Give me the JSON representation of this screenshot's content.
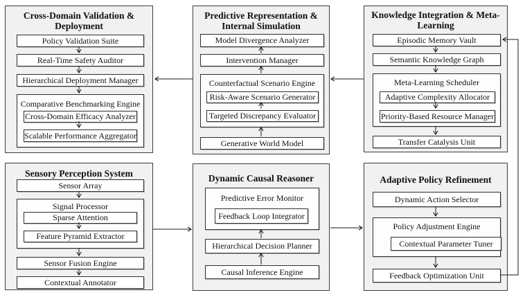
{
  "panels": {
    "cross_domain_validation": {
      "title": "Cross-Domain Validation & Deployment",
      "boxes": {
        "policy_validation_suite": "Policy Validation Suite",
        "real_time_safety_auditor": "Real-Time Safety Auditor",
        "hierarchical_deployment_manager": "Hierarchical Deployment Manager",
        "comparative_benchmarking_engine": "Comparative Benchmarking Engine",
        "cross_domain_efficacy_analyzer": "Cross-Domain Efficacy Analyzer",
        "scalable_performance_aggregator": "Scalable Performance Aggregator"
      }
    },
    "predictive_representation": {
      "title": "Predictive Representation & Internal Simulation",
      "boxes": {
        "model_divergence_analyzer": "Model Divergence Analyzer",
        "intervention_manager": "Intervention Manager",
        "counterfactual_scenario_engine": "Counterfactual Scenario Engine",
        "risk_aware_scenario_generator": "Risk-Aware Scenario Generator",
        "targeted_discrepancy_evaluator": "Targeted Discrepancy Evaluator",
        "generative_world_model": "Generative World Model"
      }
    },
    "knowledge_integration": {
      "title": "Knowledge Integration & Meta-Learning",
      "boxes": {
        "episodic_memory_vault": "Episodic Memory Vault",
        "semantic_knowledge_graph": "Semantic Knowledge Graph",
        "meta_learning_scheduler": "Meta-Learning Scheduler",
        "adaptive_complexity_allocator": "Adaptive Complexity Allocator",
        "priority_based_resource_manager": "Priority-Based Resource Manager",
        "transfer_catalysis_unit": "Transfer Catalysis Unit"
      }
    },
    "sensory_perception": {
      "title": "Sensory Perception System",
      "boxes": {
        "sensor_array": "Sensor Array",
        "signal_processor": "Signal Processor",
        "sparse_attention": "Sparse Attention",
        "feature_pyramid_extractor": "Feature Pyramid Extractor",
        "sensor_fusion_engine": "Sensor Fusion Engine",
        "contextual_annotator": "Contextual Annotator"
      }
    },
    "dynamic_causal_reasoner": {
      "title": "Dynamic Causal Reasoner",
      "boxes": {
        "predictive_error_monitor": "Predictive Error Monitor",
        "feedback_loop_integrator": "Feedback Loop Integrator",
        "hierarchical_decision_planner": "Hierarchical Decision Planner",
        "causal_inference_engine": "Causal Inference Engine"
      }
    },
    "adaptive_policy_refinement": {
      "title": "Adaptive Policy Refinement",
      "boxes": {
        "dynamic_action_selector": "Dynamic Action Selector",
        "policy_adjustment_engine": "Policy Adjustment Engine",
        "contextual_parameter_tuner": "Contextual Parameter Tuner",
        "feedback_optimization_unit": "Feedback Optimization Unit"
      }
    }
  },
  "connections": [
    {
      "from": "knowledge_integration",
      "to": "predictive_representation",
      "direction": "left"
    },
    {
      "from": "predictive_representation",
      "to": "cross_domain_validation",
      "direction": "left"
    },
    {
      "from": "sensory_perception",
      "to": "dynamic_causal_reasoner",
      "direction": "right"
    },
    {
      "from": "dynamic_causal_reasoner",
      "to": "adaptive_policy_refinement",
      "direction": "right"
    },
    {
      "from": "feedback_optimization_unit",
      "to": "episodic_memory_vault",
      "direction": "up-loop-right-edge"
    }
  ],
  "colors": {
    "panel_bg": "#f1f1f1",
    "box_bg": "#ffffff",
    "border": "#2e2e2e",
    "arrow": "#1a1a1a"
  }
}
